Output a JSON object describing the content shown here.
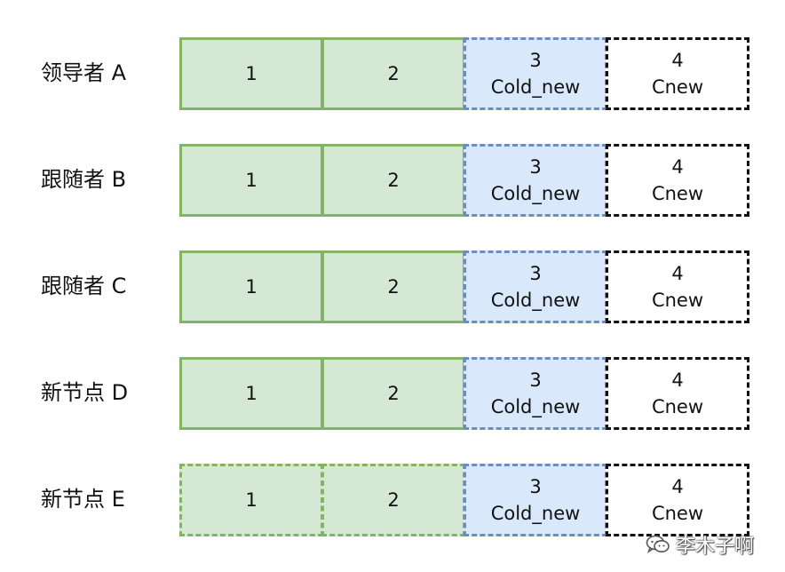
{
  "rows": [
    {
      "label": "领导者 A",
      "cells": [
        "1",
        "2",
        "3",
        "Cold_new",
        "4",
        "Cnew"
      ]
    },
    {
      "label": "跟随者 B",
      "cells": [
        "1",
        "2",
        "3",
        "Cold_new",
        "4",
        "Cnew"
      ]
    },
    {
      "label": "跟随者 C",
      "cells": [
        "1",
        "2",
        "3",
        "Cold_new",
        "4",
        "Cnew"
      ]
    },
    {
      "label": "新节点 D",
      "cells": [
        "1",
        "2",
        "3",
        "Cold_new",
        "4",
        "Cnew"
      ]
    },
    {
      "label": "新节点 E",
      "cells": [
        "1",
        "2",
        "3",
        "Cold_new",
        "4",
        "Cnew"
      ]
    }
  ],
  "watermark": {
    "text": "李木子啊",
    "icon": "wechat-icon"
  },
  "colors": {
    "committed_fill": "#d5e8d4",
    "committed_border": "#82b366",
    "joint_fill": "#dae8fc",
    "joint_border": "#6c8ebf",
    "new_border": "#111111"
  }
}
